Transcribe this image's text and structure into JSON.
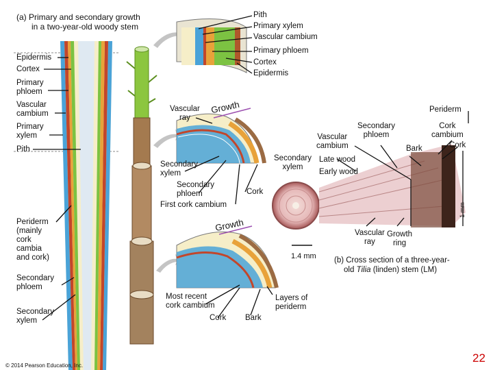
{
  "panel_a": {
    "title_line1": "(a) Primary and secondary growth",
    "title_line2": "in a two-year-old woody stem"
  },
  "labels_left": {
    "epidermis": "Epidermis",
    "cortex": "Cortex",
    "primary_phloem_1": "Primary",
    "primary_phloem_2": "phloem",
    "vascular_cambium_1": "Vascular",
    "vascular_cambium_2": "cambium",
    "primary_xylem_1": "Primary",
    "primary_xylem_2": "xylem",
    "pith": "Pith",
    "periderm_1": "Periderm",
    "periderm_2": "(mainly",
    "periderm_3": "cork",
    "periderm_4": "cambia",
    "periderm_5": "and cork)",
    "secondary_phloem_1": "Secondary",
    "secondary_phloem_2": "phloem",
    "secondary_xylem_1": "Secondary",
    "secondary_xylem_2": "xylem"
  },
  "labels_top": {
    "pith": "Pith",
    "primary_xylem": "Primary xylem",
    "vascular_cambium": "Vascular cambium",
    "primary_phloem": "Primary phloem",
    "cortex": "Cortex",
    "epidermis": "Epidermis"
  },
  "labels_middle": {
    "vascular_ray_1": "Vascular",
    "vascular_ray_2": "ray",
    "growth_1": "Growth",
    "secondary_xylem_1": "Secondary",
    "secondary_xylem_2": "xylem",
    "secondary_phloem_1": "Secondary",
    "secondary_phloem_2": "phloem",
    "first_cork_cambium": "First cork cambium",
    "cork": "Cork",
    "growth_2": "Growth"
  },
  "labels_bottom": {
    "most_recent_1": "Most recent",
    "most_recent_2": "cork cambium",
    "cork": "Cork",
    "bark": "Bark",
    "layers_1": "Layers of",
    "layers_2": "periderm"
  },
  "panel_b": {
    "periderm": "Periderm",
    "secondary_phloem_1": "Secondary",
    "secondary_phloem_2": "phloem",
    "vascular_cambium_1": "Vascular",
    "vascular_cambium_2": "cambium",
    "cork_cambium_1": "Cork",
    "cork_cambium_2": "cambium",
    "cork": "Cork",
    "bark": "Bark",
    "secondary_xylem_1": "Secondary",
    "secondary_xylem_2": "xylem",
    "late_wood": "Late wood",
    "early_wood": "Early wood",
    "scale_1mm": "1 mm",
    "scale_14mm": "1.4 mm",
    "vascular_ray_1": "Vascular",
    "vascular_ray_2": "ray",
    "growth_ring_1": "Growth",
    "growth_ring_2": "ring",
    "caption_line1": "(b) Cross section of a three-year-",
    "caption_line2_pre": "old ",
    "caption_line2_italic": "Tilia",
    "caption_line2_post": " (linden) stem (LM)"
  },
  "footer": {
    "copyright": "© 2014 Pearson Education, Inc.",
    "page_number": "22"
  },
  "colors": {
    "page_number": "#cc0000",
    "cortex_green": "#7cc242",
    "epidermis_brown": "#b0572c",
    "xylem_blue": "#4aa3d8",
    "phloem_orange": "#e8a23a",
    "pith_cream": "#f6eec8",
    "cork_brown": "#9b6b43",
    "arrow_gray": "#b9b9b9",
    "growth_purple": "#9b4fb0"
  }
}
